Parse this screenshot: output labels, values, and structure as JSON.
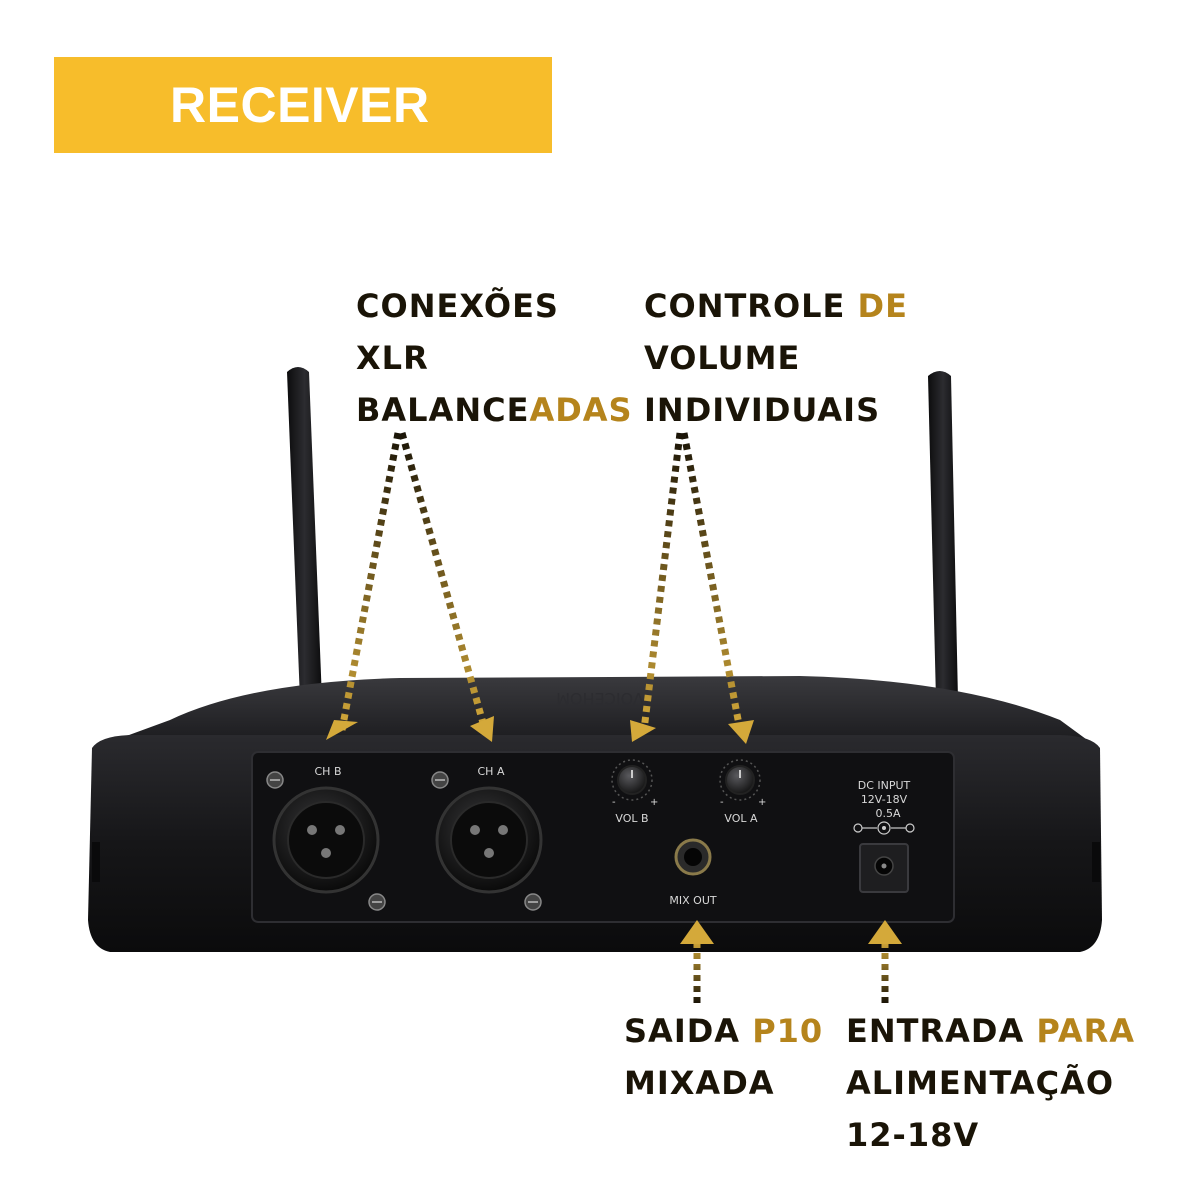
{
  "banner": {
    "title": "RECEIVER",
    "color": "#f7bd2b"
  },
  "callouts": {
    "xlr": {
      "line1": "CONEXÕES",
      "line2": "XLR",
      "line3a": "BALANCE",
      "line3b": "ADAS"
    },
    "volume": {
      "line1a": "CONTROLE ",
      "line1b": "DE",
      "line2": "VOLUME",
      "line3": "INDIVIDUAIS"
    },
    "p10": {
      "line1a": "SAIDA ",
      "line1b": "P10",
      "line2": "MIXADA"
    },
    "dc": {
      "line1a": "ENTRADA ",
      "line1b": "PARA",
      "line2": "ALIMENTAÇÃO",
      "line3": "12-18V"
    }
  },
  "panel": {
    "ch_b": "CH B",
    "ch_a": "CH A",
    "vol_b": "VOL B",
    "vol_a": "VOL A",
    "mix_out": "MIX OUT",
    "dc_input": "DC INPUT",
    "dc_voltage": "12V-18V",
    "dc_current": "0.5A",
    "minus": "-",
    "plus": "+"
  },
  "colors": {
    "accent": "#f7bd2b",
    "gold_text": "#b5841c",
    "dark_text": "#1a1407",
    "device": "#141416"
  }
}
